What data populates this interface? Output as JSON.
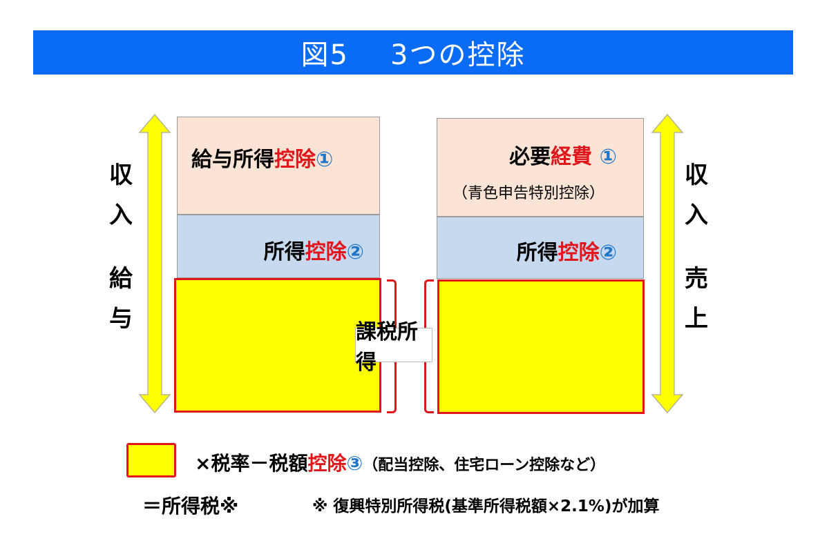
{
  "title": {
    "figure": "図5",
    "text": "3つの控除"
  },
  "colors": {
    "title_bar": "#0a6cf5",
    "peach": "#fbe4d5",
    "blue": "#c6d9ef",
    "taxable": "#ffff00",
    "accent_red": "#e0161b",
    "circle_blue": "#1f77c9",
    "arrow": "#ffff00"
  },
  "left_column": {
    "side_label": {
      "top": [
        "収",
        "入"
      ],
      "bottom": [
        "給",
        "与"
      ]
    },
    "deduction1": {
      "black": "給与所得",
      "red": "控除",
      "num": "①"
    },
    "deduction2": {
      "black": "所得",
      "red": "控除",
      "num": "②"
    }
  },
  "right_column": {
    "side_label": {
      "top": [
        "収",
        "入"
      ],
      "bottom": [
        "売",
        "上"
      ]
    },
    "deduction1": {
      "black": "必要",
      "red": "経費",
      "num": "①",
      "sub": "（青色申告特別控除）"
    },
    "deduction2": {
      "black": "所得",
      "red": "控除",
      "num": "②"
    }
  },
  "taxable_income_label": "課税所得",
  "formula": {
    "line1": {
      "times": "×税率－税額",
      "red": "控除",
      "num": "③",
      "examples": "（配当控除、住宅ローン控除など）"
    },
    "line2": {
      "result": "＝所得税※"
    },
    "note": "※ 復興特別所得税(基準所得税額×2.1%)が加算"
  }
}
